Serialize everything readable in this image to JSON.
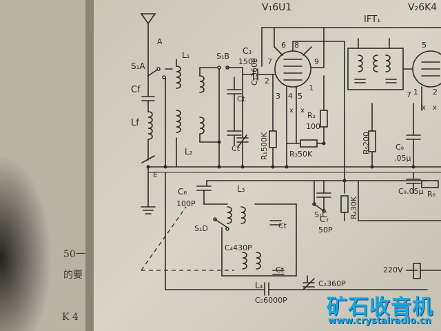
{
  "tubes": {
    "v1": "V₁6U1",
    "v2": "V₂6K4"
  },
  "transformer": "IFT₁",
  "antenna": {
    "a": "A",
    "s1a": "S₁A",
    "cf": "Cf",
    "lf": "Lf",
    "e": "E"
  },
  "coils": {
    "l1": "L₁",
    "l2": "L₂",
    "l3": "L₃",
    "l4": "L₄"
  },
  "switches": {
    "s1b": "S₁B",
    "s1c": "S₁C",
    "s1d": "S₁D"
  },
  "caps": {
    "c3": "C₃",
    "c3_value": "150P",
    "ct1": "Ct",
    "ct2": "Ct",
    "ct3": "Ct",
    "ct4": "Ct",
    "c1": "C₁360P",
    "c6": "C₆",
    "c6_value": "100P",
    "c7": "C₇",
    "c7_value": "50P",
    "c4": "C₄430P",
    "c2": "C₂360P",
    "c5": "C₅6000P",
    "c8": "C₈",
    "c8_value": ".05μ",
    "c9": "C₉.05μ"
  },
  "resistors": {
    "r1": "R₁500K",
    "r2": "R₂",
    "r2_value": "100",
    "r3": "R₃50K",
    "r4": "R₄30K",
    "r5": "R₅200",
    "r6": "R₆"
  },
  "pins": [
    "6",
    "8",
    "7",
    "9",
    "2",
    "3",
    "4",
    "5",
    "1",
    "x",
    "x",
    "5",
    "1",
    "2",
    "7",
    "x",
    "x"
  ],
  "supply": "220V",
  "margin_text": [
    "50一",
    "的要",
    "K 4"
  ],
  "watermark": {
    "title": "矿石收音机",
    "url": "www.crystalradio.cn",
    "color": "#1aa6e6"
  }
}
